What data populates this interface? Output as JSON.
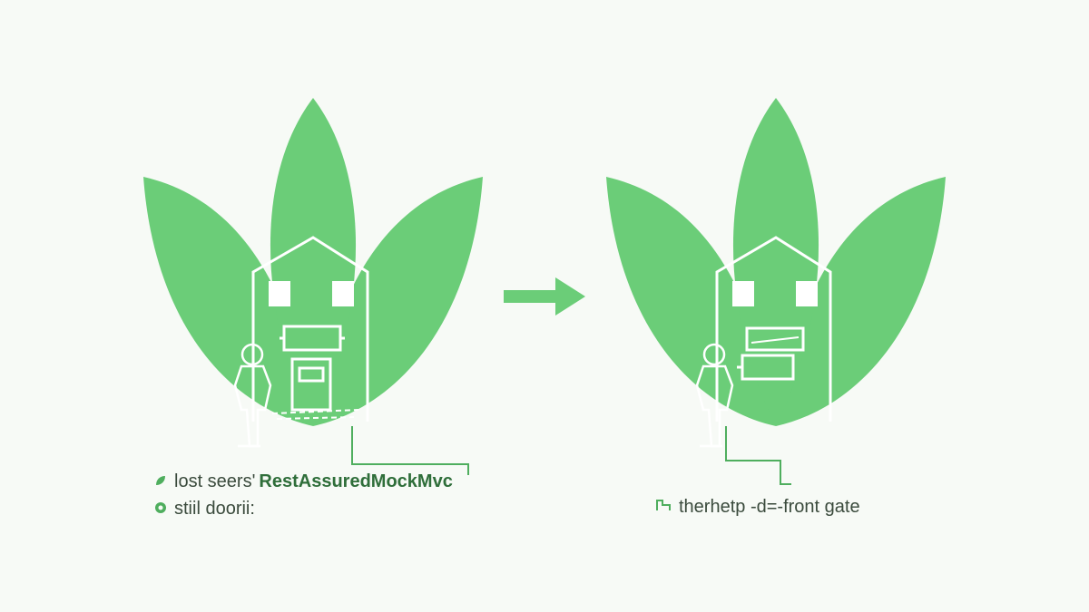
{
  "colors": {
    "leaf": "#6bcd78",
    "outline": "#ffffff",
    "arrow": "#6bcd78",
    "line": "#4fae5e",
    "text": "#3a4a3c",
    "background": "#f7faf6"
  },
  "icons": {
    "left_line1": "leaf-icon",
    "left_line2": "circle-icon",
    "right_line1": "gate-icon",
    "center": "arrow-right-icon"
  },
  "left_panel": {
    "caption_line1_prefix": "lost seers'",
    "caption_line1_highlight": "RestAssuredMockMvc",
    "caption_line2": "stiil doorii:"
  },
  "right_panel": {
    "caption": "therhetp -d=-front gate"
  }
}
